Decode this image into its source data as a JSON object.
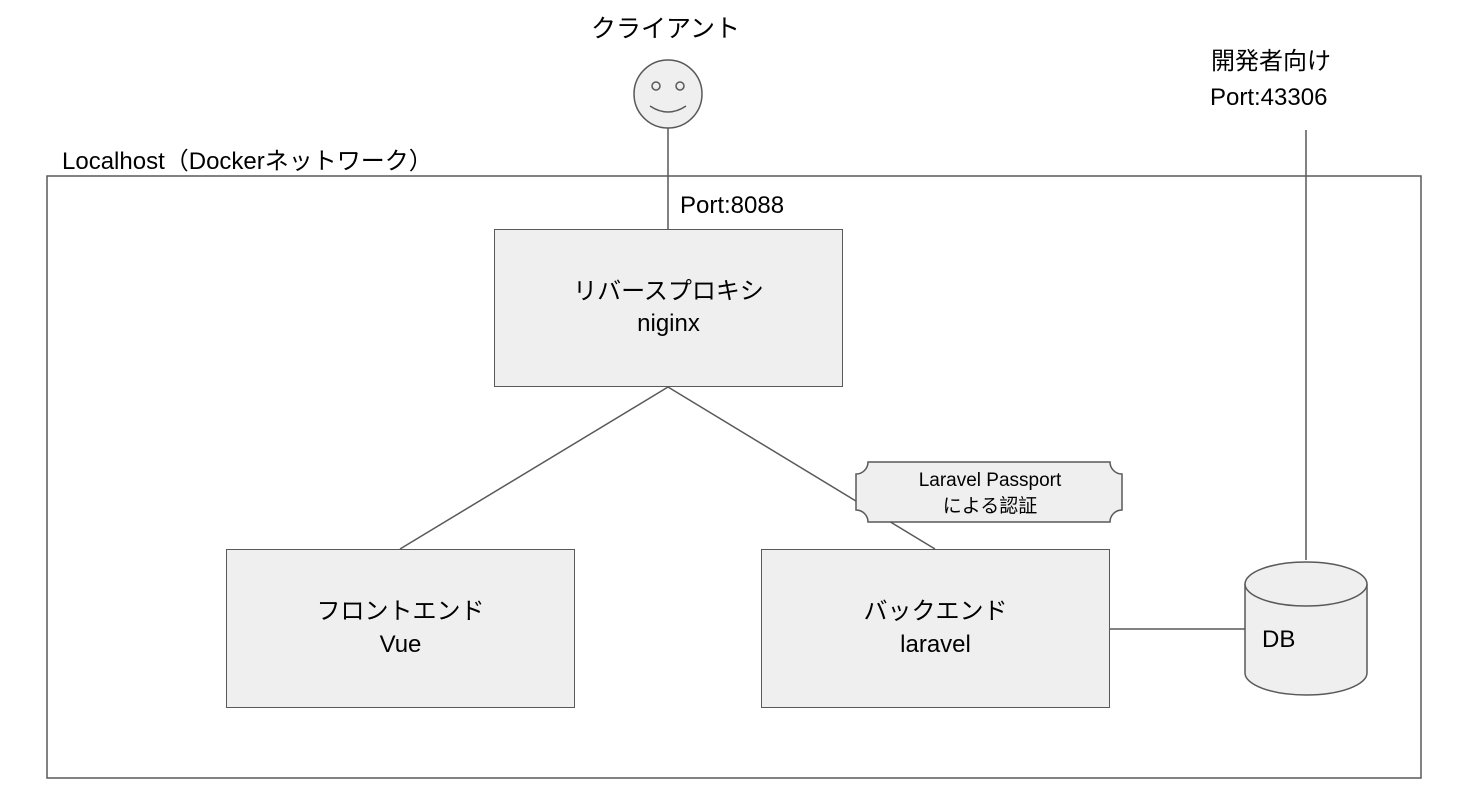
{
  "network": {
    "label": "Localhost（Dockerネットワーク）"
  },
  "client": {
    "label": "クライアント",
    "icon": "smiley-face-icon"
  },
  "proxy": {
    "port": "Port:8088",
    "line1": "リバースプロキシ",
    "line2": "niginx"
  },
  "frontend": {
    "line1": "フロントエンド",
    "line2": "Vue"
  },
  "backend": {
    "line1": "バックエンド",
    "line2": "laravel"
  },
  "auth_note": {
    "line1": "Laravel Passport",
    "line2": "による認証"
  },
  "db": {
    "label": "DB",
    "icon": "database-cylinder-icon"
  },
  "developer": {
    "line1": "開発者向け",
    "line2": "Port:43306"
  },
  "colors": {
    "box_fill": "#efefef",
    "stroke": "#595959"
  }
}
